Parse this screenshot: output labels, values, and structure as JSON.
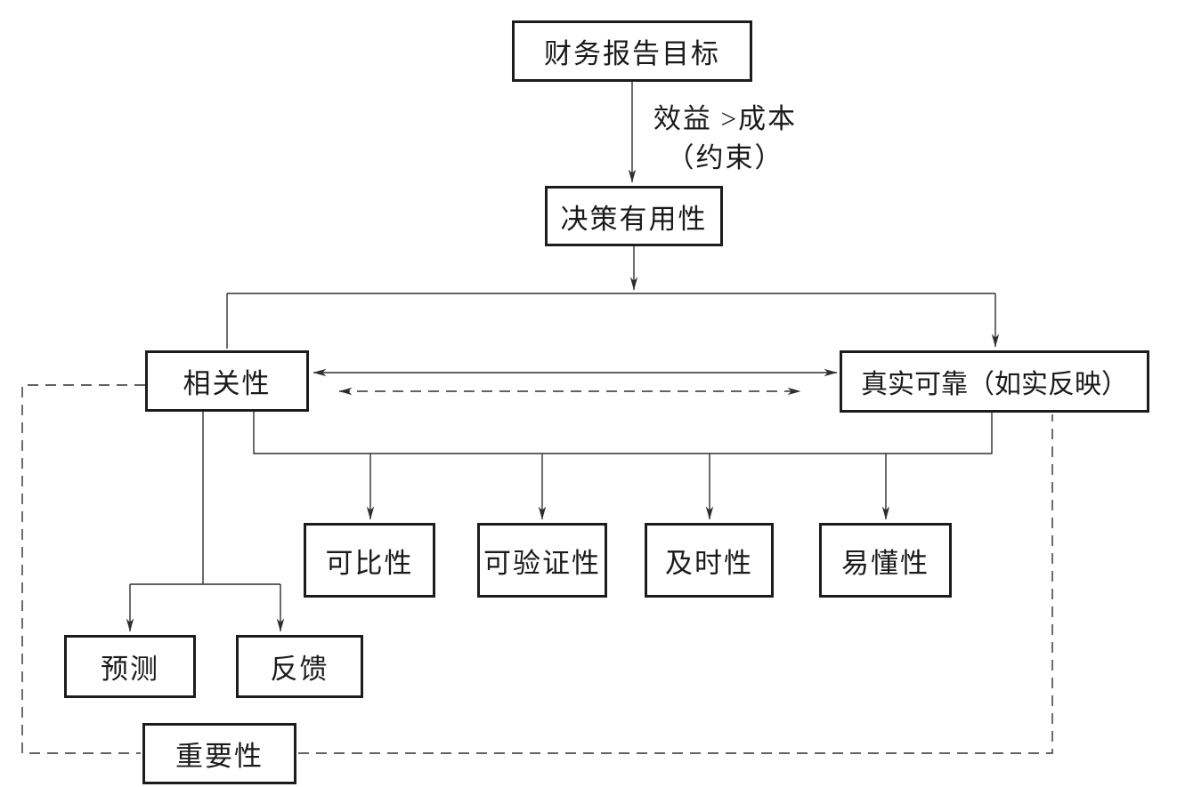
{
  "nodes": {
    "objectives": "财务报告目标",
    "decision": "决策有用性",
    "relevance": "相关性",
    "reliability": "真实可靠（如实反映）",
    "comparability": "可比性",
    "verifiability": "可验证性",
    "timeliness": "及时性",
    "understandability": "易懂性",
    "prediction": "预测",
    "feedback": "反馈",
    "materiality": "重要性"
  },
  "annotations": {
    "constraint": {
      "line1": "效益 >成本",
      "line2": "（约束）"
    }
  },
  "colors": {
    "background": "#ffffff",
    "line": "#2e2e2e",
    "border": "#1c1c1c",
    "text": "#1a1a1a"
  }
}
